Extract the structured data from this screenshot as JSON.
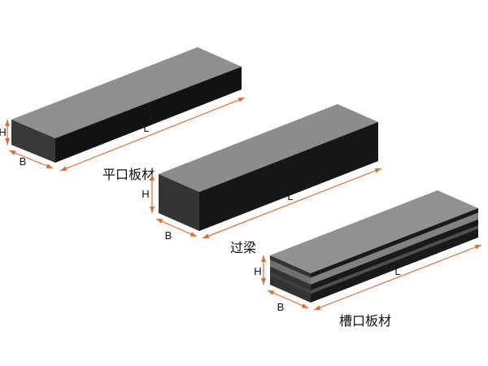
{
  "diagram": {
    "background": "#ffffff",
    "dimension_color": "#e06b35",
    "text_color": "#111111",
    "face_colors": {
      "top": "#8f8f8f",
      "front": "#161616",
      "end": "#383838"
    },
    "items": [
      {
        "id": "flat-panel",
        "label": "平口板材",
        "height_label": "H",
        "width_label": "B",
        "length_label": "L"
      },
      {
        "id": "lintel",
        "label": "过梁",
        "height_label": "H",
        "width_label": "B",
        "length_label": "L"
      },
      {
        "id": "notched-panel",
        "label": "槽口板材",
        "height_label": "H",
        "width_label": "B",
        "length_label": "L"
      }
    ]
  }
}
